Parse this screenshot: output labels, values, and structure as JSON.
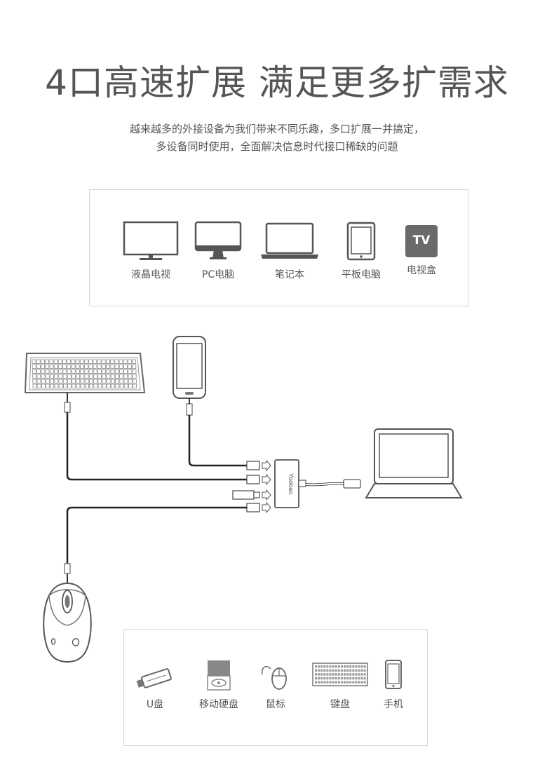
{
  "title": "4口高速扩展 满足更多扩需求",
  "subtitle": {
    "line1": "越来越多的外接设备为我们带来不同乐趣，多口扩展一并搞定，",
    "line2": "多设备同时使用，全面解决信息时代接口稀缺的问题"
  },
  "hosts": [
    {
      "label": "液晶电视",
      "icon": "lcd-tv-icon"
    },
    {
      "label": "PC电脑",
      "icon": "pc-monitor-icon"
    },
    {
      "label": "笔记本",
      "icon": "laptop-icon"
    },
    {
      "label": "平板电脑",
      "icon": "tablet-icon"
    },
    {
      "label": "电视盒",
      "icon": "tv-box-icon",
      "badge": "TV"
    }
  ],
  "hub": {
    "brand": "Yoobao"
  },
  "peripherals": [
    {
      "label": "U盘",
      "icon": "usb-drive-icon"
    },
    {
      "label": "移动硬盘",
      "icon": "portable-hdd-icon"
    },
    {
      "label": "鼠标",
      "icon": "mouse-icon"
    },
    {
      "label": "键盘",
      "icon": "keyboard-icon"
    },
    {
      "label": "手机",
      "icon": "phone-icon"
    }
  ]
}
